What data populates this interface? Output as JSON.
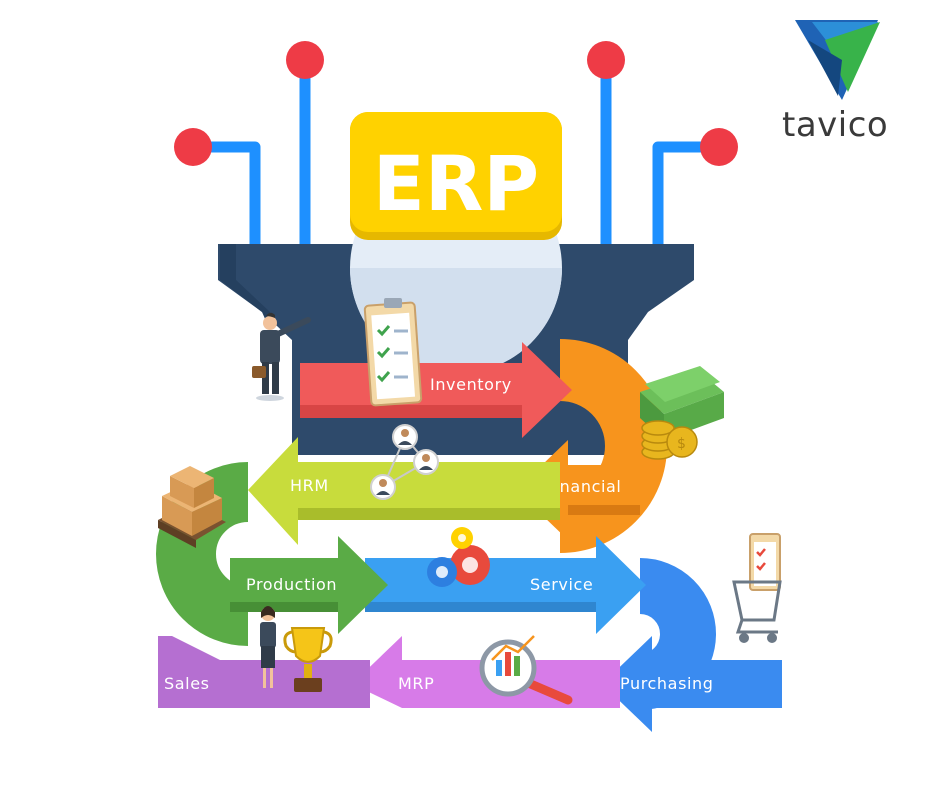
{
  "brand": {
    "name": "tavico"
  },
  "hero": {
    "title": "ERP"
  },
  "modules": {
    "inventory": "Inventory",
    "financial": "Financial",
    "hrm": "HRM",
    "production": "Production",
    "service": "Service",
    "sales": "Sales",
    "mrp": "MRP",
    "purchasing": "Purchasing"
  },
  "colors": {
    "funnel": "#2e4a6b",
    "erp_badge": "#ffd200",
    "connector_blue": "#1e90ff",
    "connector_red": "#ee3b46",
    "inventory": "#f05a5a",
    "financial": "#f7941d",
    "hrm": "#c8dc3c",
    "production": "#5aab46",
    "service": "#3aa0f2",
    "sales": "#b56fd1",
    "mrp": "#d77be8",
    "purchasing": "#3a8bf0"
  }
}
